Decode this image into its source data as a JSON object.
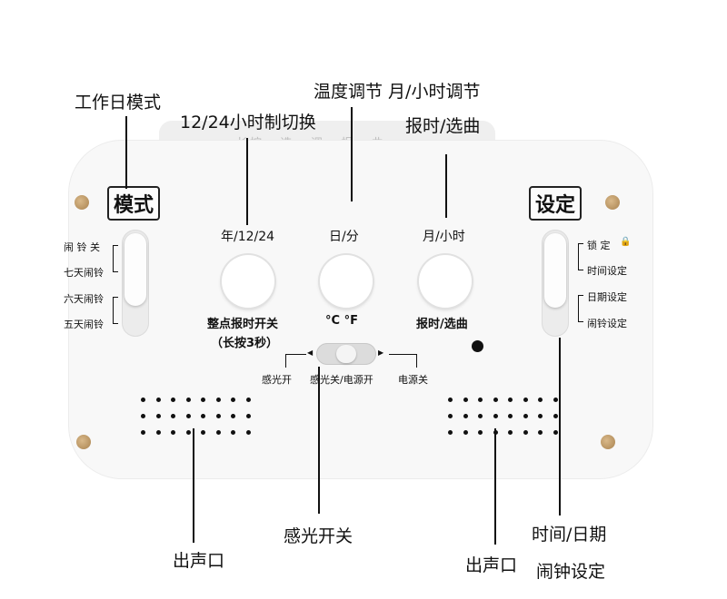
{
  "callouts": {
    "workday_mode": "工作日模式",
    "temp_adjust": "温度调节 月/小时调节",
    "hour_format": "12/24小时制切换",
    "chime_select": "报时/选曲",
    "light_switch": "感光开关",
    "speaker_left": "出声口",
    "speaker_right": "出声口",
    "time_date": "时间/日期",
    "alarm_set": "闹钟设定"
  },
  "device": {
    "top_hint": "长按 · 选 · 调 · 报 · 曲",
    "mode_switch": {
      "label": "模式",
      "options": [
        "闹 铃 关",
        "七天闹铃",
        "六天闹铃",
        "五天闹铃"
      ]
    },
    "set_switch": {
      "label": "设定",
      "options": [
        "锁 定",
        "时间设定",
        "日期设定",
        "闹铃设定"
      ],
      "lock_symbol": "🔒"
    },
    "buttons": [
      {
        "top": "年/12/24",
        "bottom": "整点报时开关",
        "bottom2": "（长按3秒）"
      },
      {
        "top": "日/分",
        "bottom": "°C  °F"
      },
      {
        "top": "月/小时",
        "bottom": "报时/选曲"
      }
    ],
    "light_slider": {
      "left": "感光开",
      "middle": "感光关/电源开",
      "right": "电源关",
      "arrow_left": "◀",
      "arrow_right": "▶"
    }
  }
}
